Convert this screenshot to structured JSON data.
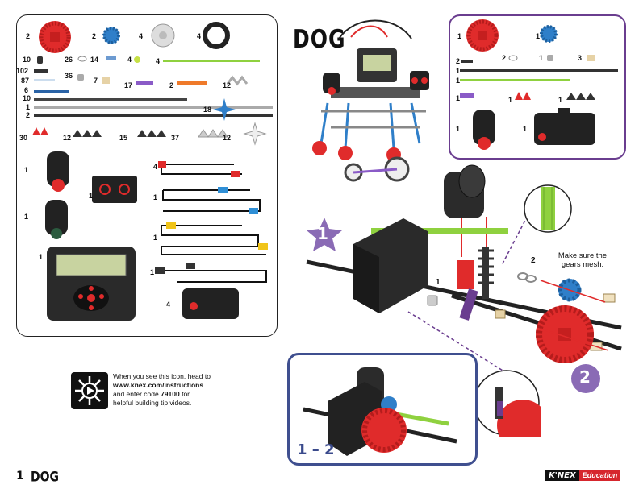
{
  "title": "DOG",
  "page_number": "1",
  "footer_title": "DOG",
  "brand": {
    "logo_text": "K'NEX",
    "tag": "Education",
    "tag_color": "#d6262d"
  },
  "parts_panel": {
    "gear_red": "2",
    "gear_blue": "2",
    "tire_gray": "4",
    "tire_black": "4",
    "c10": "10",
    "c26": "26",
    "c14": "14",
    "c4y": "4",
    "rod_green4": "4",
    "c102": "102",
    "c87": "87",
    "c36": "36",
    "c7": "7",
    "c17": "17",
    "c2o": "2",
    "c12a": "12",
    "c6": "6",
    "c10b": "10",
    "c1": "1",
    "c2": "2",
    "c18": "18",
    "c30": "30",
    "c12b": "12",
    "c15": "15",
    "c37": "37",
    "c12c": "12",
    "motor1": "1",
    "cable_red": "4",
    "cable_blue": "1",
    "battery": "1",
    "motor2": "1",
    "cable_yellow": "1",
    "controller": "1",
    "usb": "1",
    "motor3": "4"
  },
  "step_panel": {
    "gear_red": "1",
    "gear_blue": "1",
    "rod_black": "2",
    "spacer": "2",
    "hub": "1",
    "tan": "3",
    "rod_a": "1",
    "rod_b": "1",
    "purple": "1",
    "red_conn": "1",
    "black_conn": "1",
    "motor": "1",
    "box": "1"
  },
  "steps": {
    "one": "1",
    "two": "2",
    "range": "1 – 2"
  },
  "callouts": {
    "spacer_count": "2",
    "rod_count": "1",
    "mesh_note_1": "Make sure the",
    "mesh_note_2": "gears mesh."
  },
  "tip": {
    "line1": "When you see this icon, head to",
    "url": "www.knex.com/instructions",
    "line3_pre": "and enter code ",
    "code": "79100",
    "line3_post": " for",
    "line4": "helpful building tip videos."
  },
  "colors": {
    "accent_purple": "#6a3d8f",
    "badge_purple": "#8a6bb5",
    "blue_frame": "#3f4f8f",
    "red": "#e02b2b",
    "blue_part": "#2f7fc9",
    "green_rod": "#8fd13f"
  }
}
